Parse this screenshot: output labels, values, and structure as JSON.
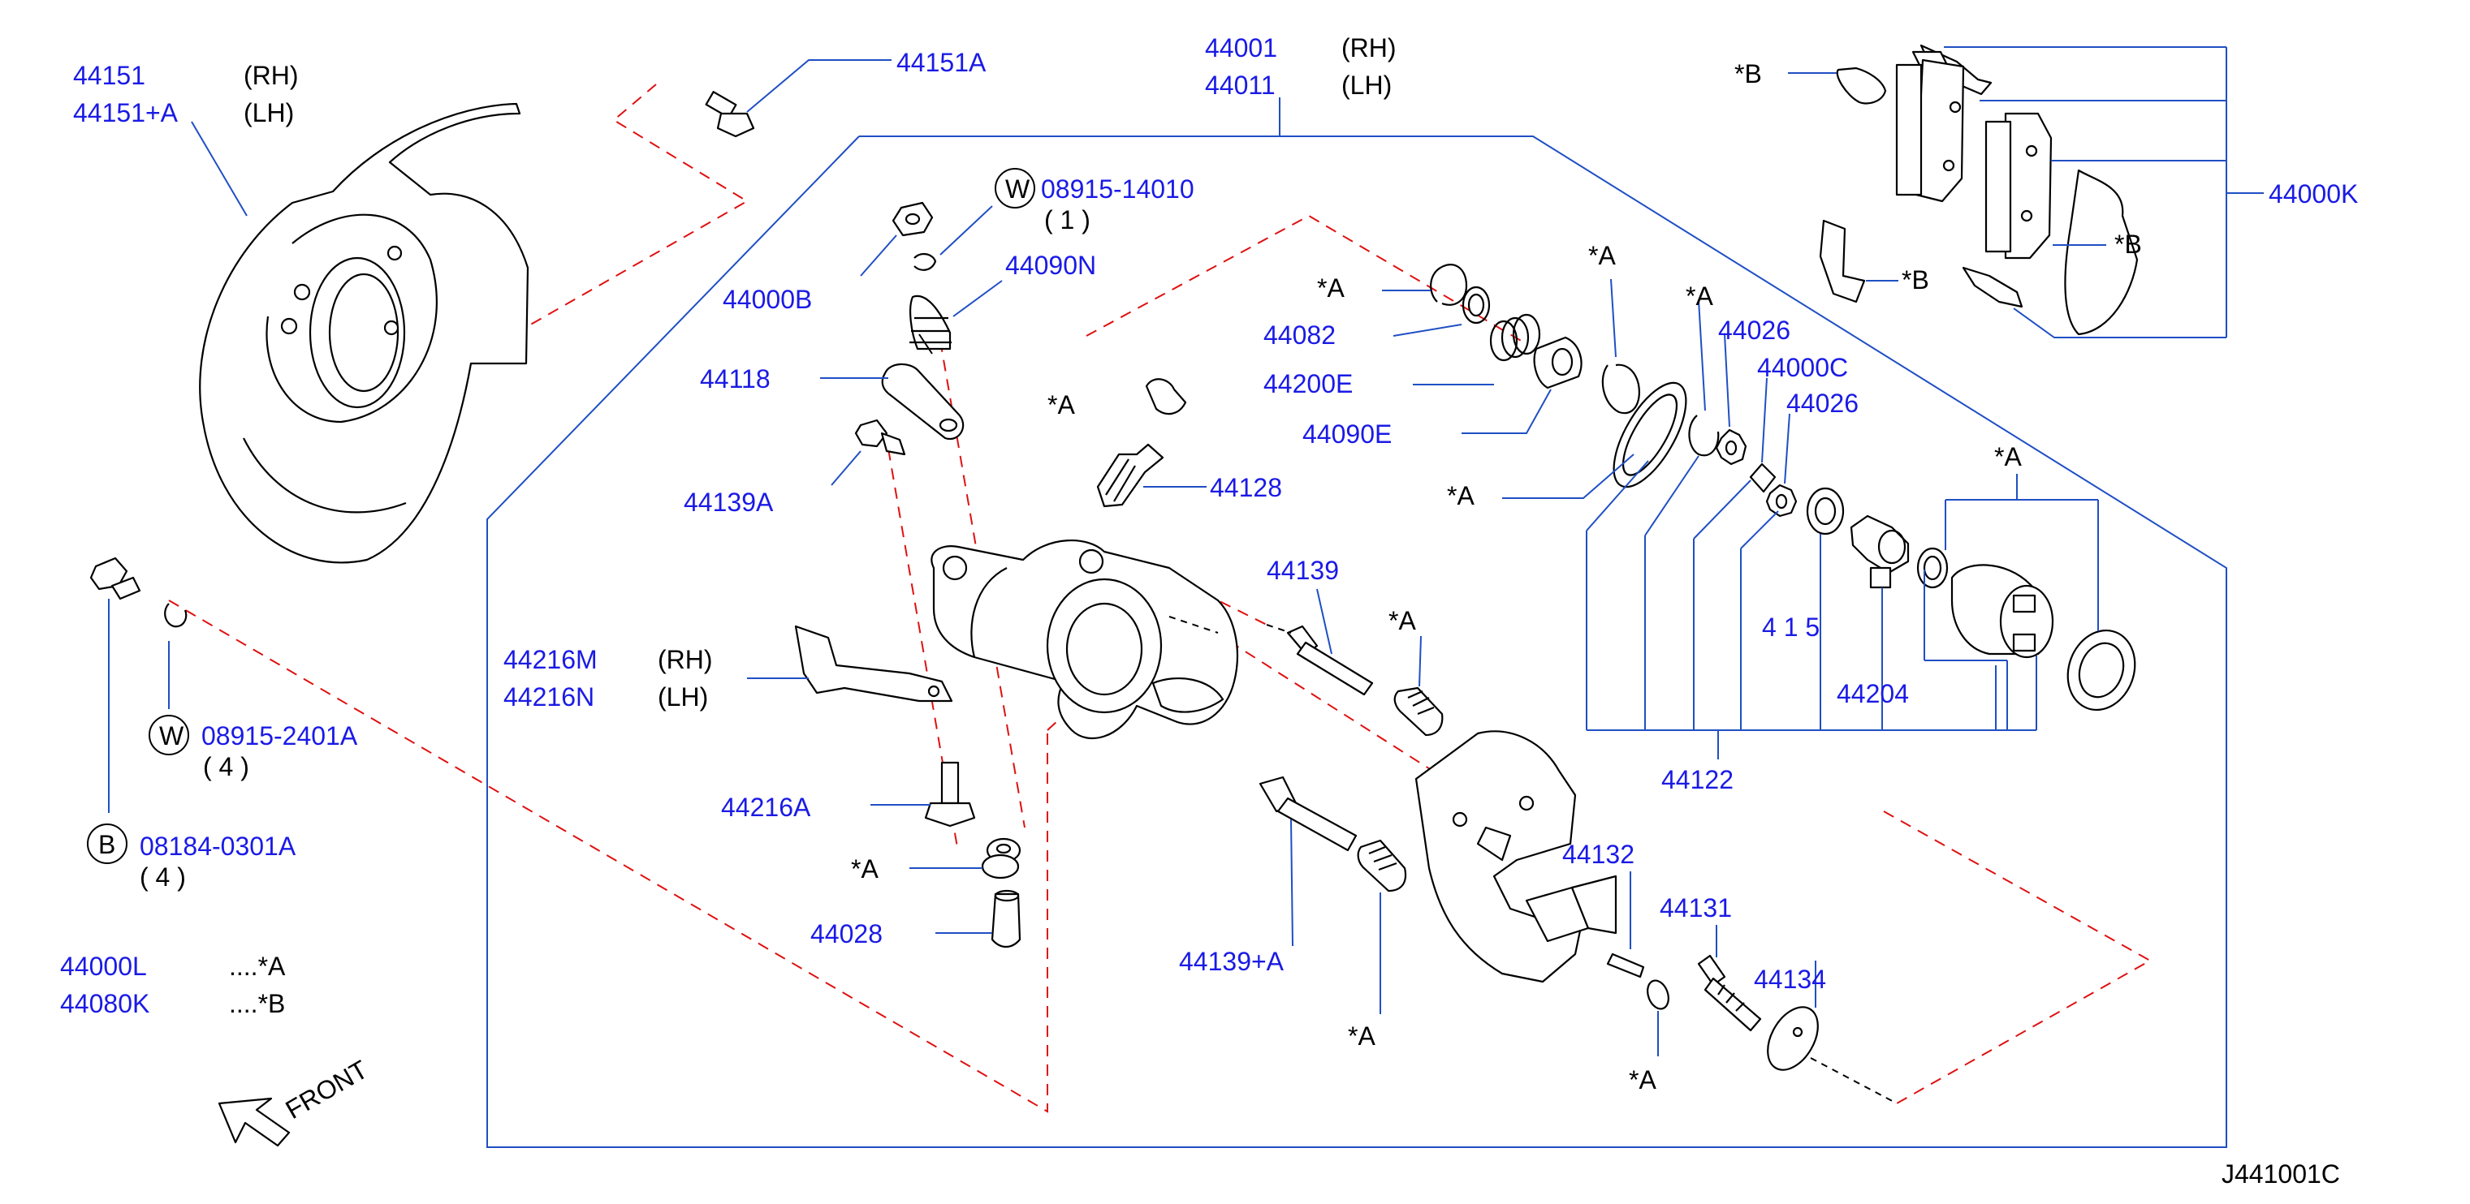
{
  "labels": {
    "p44151": "44151",
    "p44151_rh": "(RH)",
    "p44151a_plus": "44151+A",
    "p44151a_lh": "(LH)",
    "p44151A": "44151A",
    "p44001": "44001",
    "p44001_rh": "(RH)",
    "p44011": "44011",
    "p44011_lh": "(LH)",
    "w08915_14010": "08915-14010",
    "w08915_14010_qty": "( 1 )",
    "w_symbol": "W",
    "b_symbol": "B",
    "p44090N": "44090N",
    "p44000B": "44000B",
    "p44118": "44118",
    "p44139A": "44139A",
    "p44128": "44128",
    "p44082": "44082",
    "p44200E": "44200E",
    "p44090E": "44090E",
    "p44026a": "44026",
    "p44000C": "44000C",
    "p44026b": "44026",
    "p44000K": "44000K",
    "p44139": "44139",
    "p44216M": "44216M",
    "p44216M_rh": "(RH)",
    "p44216N": "44216N",
    "p44216N_lh": "(LH)",
    "w08915_2401A": "08915-2401A",
    "w08915_2401A_qty": "( 4 )",
    "b08184_0301A": "08184-0301A",
    "b08184_0301A_qty": "( 4 )",
    "p44216A": "44216A",
    "p44028": "44028",
    "p44204": "44204",
    "p44122": "44122",
    "p44132": "44132",
    "p44131": "44131",
    "p44134": "44134",
    "p44139plusA": "44139+A",
    "p44000L": "44000L",
    "p44000L_ref": "....*A",
    "p44080K": "44080K",
    "p44080K_ref": "....*B",
    "front": "FRONT",
    "drawing_code": "J441001C",
    "starA": "*A",
    "starB": "*B",
    "partial_1": "4 1 5",
    "partial_2": "*A"
  },
  "colors": {
    "part_number": "#1a1ae6",
    "leader_line": "#1f4fc4",
    "group_dash": "#e01010",
    "drawing": "#000000"
  }
}
